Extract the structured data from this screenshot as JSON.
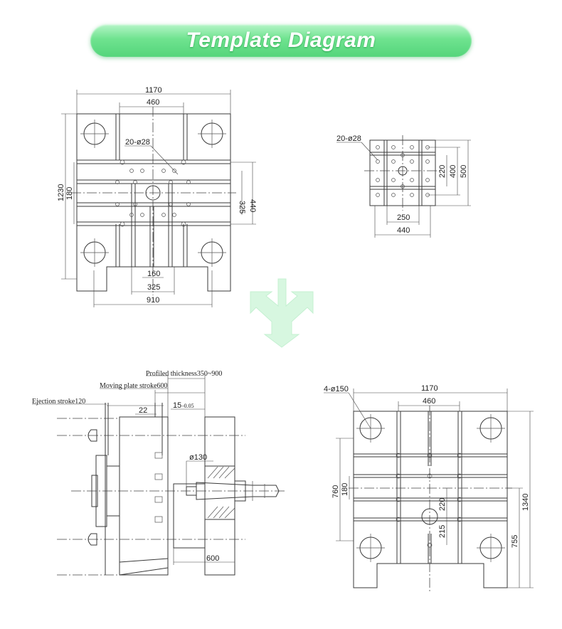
{
  "banner": {
    "title": "Template Diagram"
  },
  "diagram1": {
    "width_total": "1170",
    "width_inner": "460",
    "holes_label": "20-ø28",
    "height_total": "1230",
    "height_inner": "180",
    "right_dim_a": "325",
    "right_dim_b": "440",
    "bottom_a": "160",
    "bottom_b": "325",
    "bottom_c": "910"
  },
  "diagram2": {
    "holes_label": "20-ø28",
    "v_a": "220",
    "v_b": "400",
    "v_c": "500",
    "h_a": "250",
    "h_b": "440"
  },
  "diagram3": {
    "profiled": "Profiled thickness350~900",
    "moving": "Moving plate stroke600",
    "ejection": "Ejection stroke120",
    "dim_22": "22",
    "dim_15": "15",
    "dim_15_sub": "-0.05",
    "dia_130": "ø130",
    "dim_600": "600"
  },
  "diagram4": {
    "holes_label": "4-ø150",
    "width_total": "1170",
    "width_inner": "460",
    "left_a": "760",
    "left_b": "180",
    "center_a": "220",
    "center_b": "215",
    "right_a": "1340",
    "right_b": "755"
  },
  "colors": {
    "banner": "#6fe38f",
    "arrow": "#d7f7e0",
    "line": "#3a3a3a"
  },
  "icons": {
    "center_arrow": "three-way-arrow-icon"
  }
}
